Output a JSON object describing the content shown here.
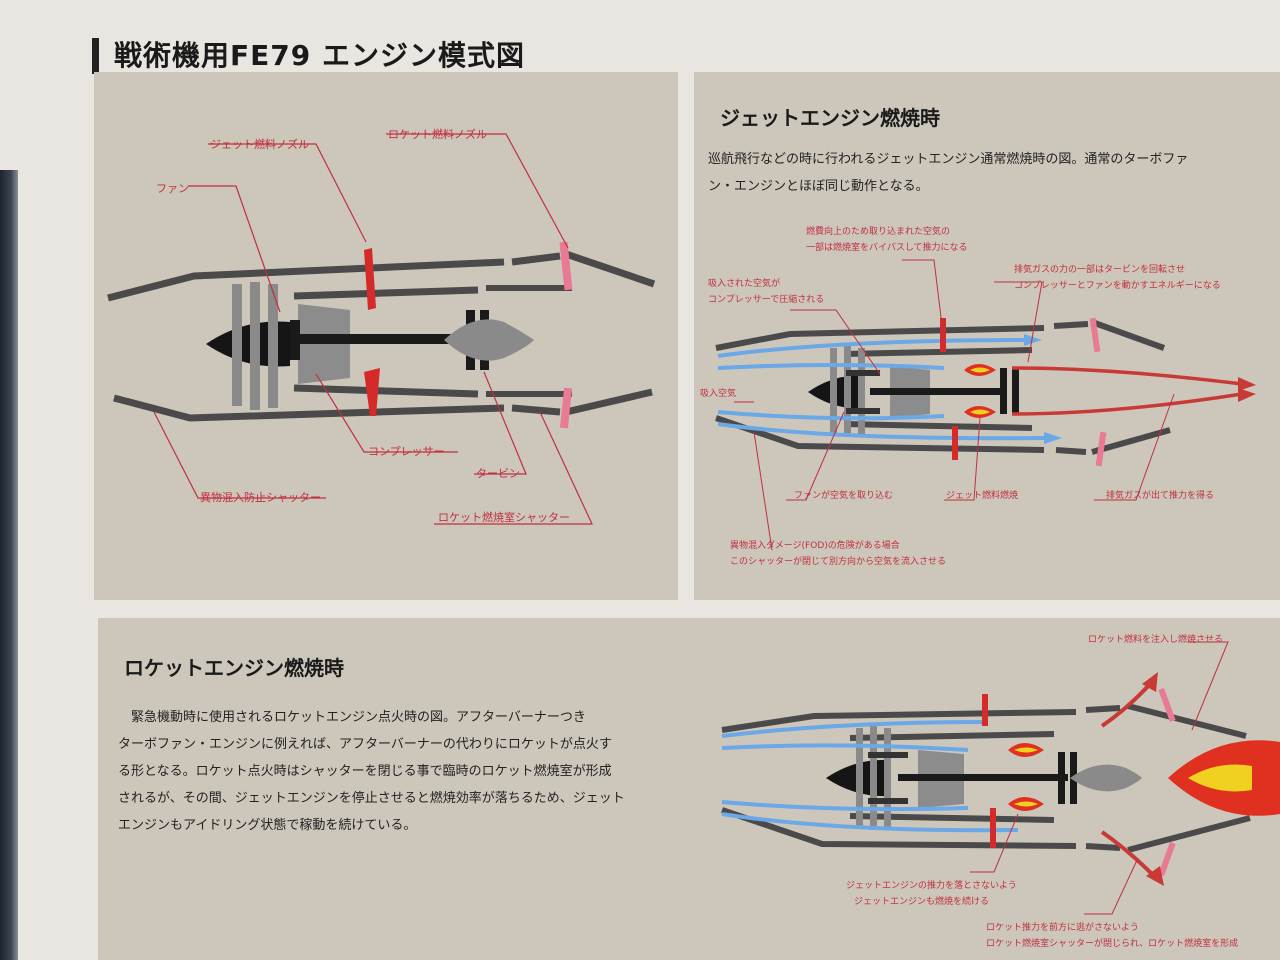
{
  "page": {
    "title": "戦術機用FE79 エンジン模式図"
  },
  "schematic": {
    "labels": {
      "fan": "ファン",
      "jet_nozzle": "ジェット燃料ノズル",
      "rocket_nozzle": "ロケット燃料ノズル",
      "compressor": "コンプレッサー",
      "turbine": "タービン",
      "fod_shutter": "異物混入防止シャッター",
      "rocket_chamber_shutter": "ロケット燃焼室シャッター"
    }
  },
  "jet_mode": {
    "title": "ジェットエンジン燃焼時",
    "desc_line1": "巡航飛行などの時に行われるジェットエンジン通常燃焼時の図。通常のターボファ",
    "desc_line2": "ン・エンジンとほぼ同じ動作となる。",
    "annotations": {
      "bypass_1": "燃費向上のため取り込まれた空気の",
      "bypass_2": "一部は燃焼室をバイパスして推力になる",
      "compressed_1": "吸入された空気が",
      "compressed_2": "コンプレッサーで圧縮される",
      "exhaust_energy_1": "排気ガスの力の一部はタービンを回転させ",
      "exhaust_energy_2": "コンプレッサーとファンを動かすエネルギーになる",
      "intake": "吸入空気",
      "fan_intake": "ファンが空気を取り込む",
      "jet_fuel": "ジェット燃料燃焼",
      "exhaust_thrust": "排気ガスが出て推力を得る",
      "fod_1": "異物混入ダメージ(FOD)の危険がある場合",
      "fod_2": "このシャッターが閉じて別方向から空気を流入させる"
    }
  },
  "rocket_mode": {
    "title": "ロケットエンジン燃焼時",
    "lines": [
      "　緊急機動時に使用されるロケットエンジン点火時の図。アフターバーナーつき",
      "ターボファン・エンジンに例えれば、アフターバーナーの代わりにロケットが点火す",
      "る形となる。ロケット点火時はシャッターを閉じる事で臨時のロケット燃焼室が形成",
      "されるが、その間、ジェットエンジンを停止させると燃焼効率が落ちるため、ジェット",
      "エンジンもアイドリング状態で稼動を続けている。"
    ],
    "annotations": {
      "inject": "ロケット燃料を注入し燃焼させる",
      "keep_1": "ジェットエンジンの推力を落とさないよう",
      "keep_2": "ジェットエンジンも燃焼を続ける",
      "shutter_1": "ロケット推力を前方に逃がさないよう",
      "shutter_2": "ロケット燃焼室シャッターが閉じられ、ロケット燃焼室を形成"
    }
  },
  "colors": {
    "panel": "#cdc6bb",
    "casing": "#4a4a4a",
    "red": "#d42a2a",
    "pink": "#e87a93",
    "air": "#6aa8e8",
    "exhaust": "#c83a36",
    "flame": "#e03020",
    "flame_core": "#f0d020"
  }
}
